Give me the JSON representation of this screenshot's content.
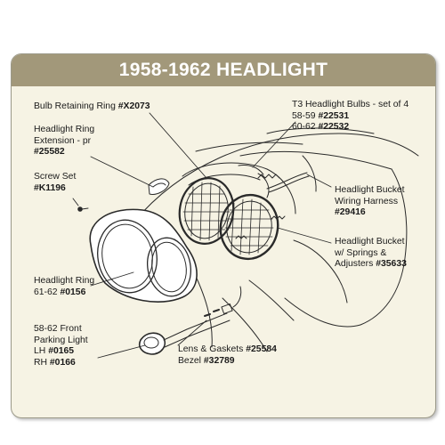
{
  "title": "1958-1962 HEADLIGHT",
  "colors": {
    "header": "#a2987a",
    "panel": "#f6f3e4",
    "line": "#2a2a2a"
  },
  "parts": {
    "bulb_retaining_ring": {
      "name": "Bulb Retaining Ring",
      "num": "#X2073"
    },
    "headlight_ring_extension": {
      "line1": "Headlight Ring",
      "line2": "Extension - pr",
      "num": "#25582"
    },
    "screw_set": {
      "name": "Screw Set",
      "num": "#K1196"
    },
    "t3_bulbs": {
      "name": "T3 Headlight Bulbs - set of 4",
      "line2_text": "58-59",
      "line2_num": "#22531",
      "line3_text": "60-62",
      "line3_num": "#22532"
    },
    "bucket_harness": {
      "line1": "Headlight Bucket",
      "line2": "Wiring Harness",
      "num": "#29416"
    },
    "bucket_springs": {
      "line1": "Headlight Bucket",
      "line2": "w/ Springs &",
      "line3_text": "Adjusters",
      "num": "#35633"
    },
    "headlight_ring": {
      "name": "Headlight Ring",
      "line2_text": "61-62",
      "num": "#0156"
    },
    "parking_light": {
      "line1": "58-62 Front",
      "line2": "Parking Light",
      "lh_text": "LH",
      "lh_num": "#0165",
      "rh_text": "RH",
      "rh_num": "#0166"
    },
    "lens_bezel": {
      "line1_text": "Lens & Gaskets",
      "line1_num": "#25584",
      "line2_text": "Bezel",
      "line2_num": "#32789"
    }
  }
}
